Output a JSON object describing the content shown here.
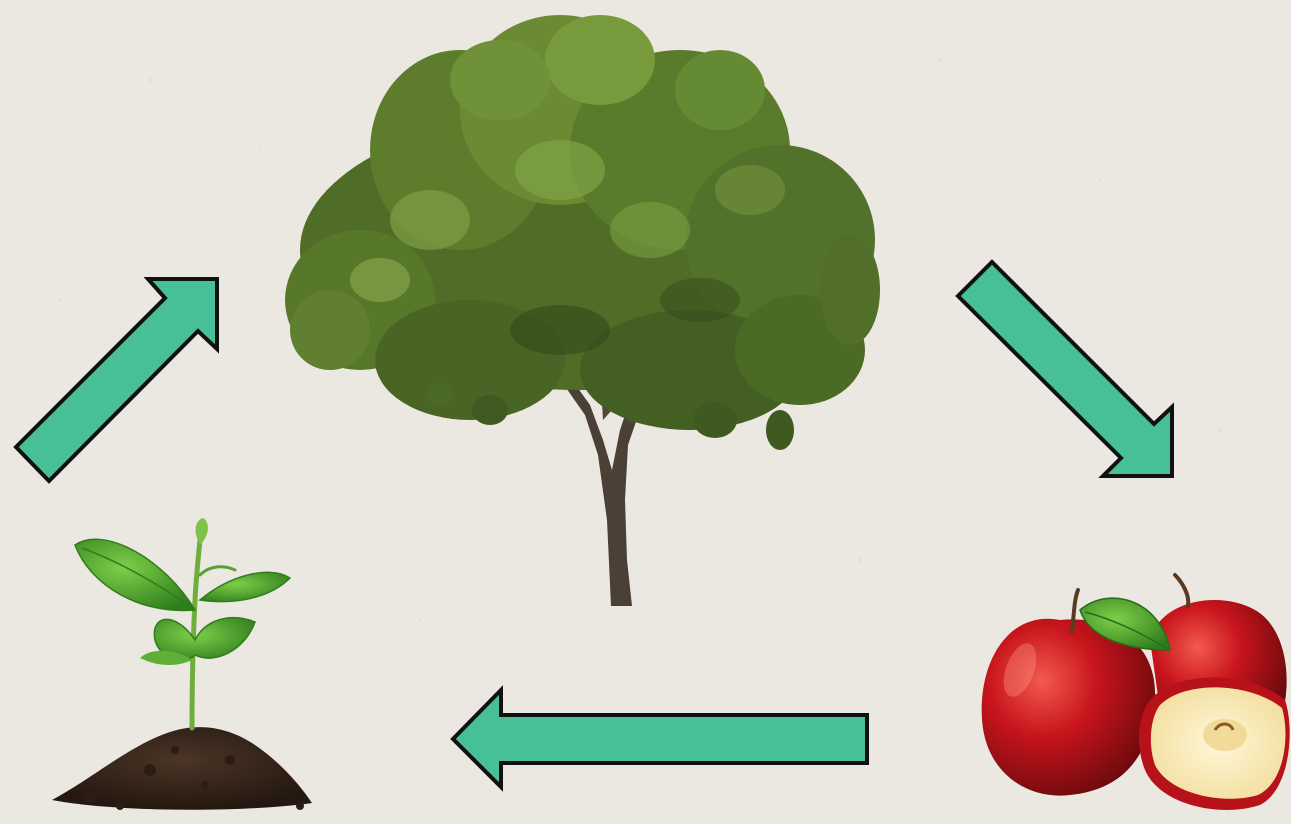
{
  "diagram": {
    "type": "cycle",
    "stages": [
      {
        "id": "tree",
        "icon": "tree-icon"
      },
      {
        "id": "apples",
        "icon": "apples-icon"
      },
      {
        "id": "seedling",
        "icon": "seedling-icon"
      }
    ],
    "arrows": [
      {
        "from": "seedling",
        "to": "tree"
      },
      {
        "from": "tree",
        "to": "apples"
      },
      {
        "from": "apples",
        "to": "seedling"
      }
    ]
  },
  "colors": {
    "background": "#ebe8e2",
    "arrow_fill": "#47bf97",
    "arrow_stroke": "#111111",
    "foliage": "#5b7a2f",
    "trunk": "#4a4036",
    "apple": "#c0141a",
    "leaf": "#4faa2e",
    "soil": "#3b2a1e"
  }
}
